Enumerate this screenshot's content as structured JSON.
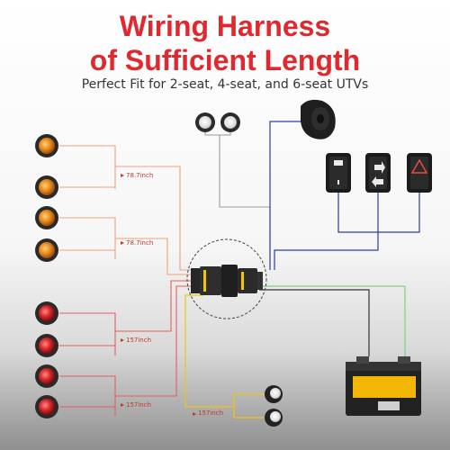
{
  "header": {
    "title_line1": "Wiring Harness",
    "title_line2": "of Sufficient Length",
    "subtitle": "Perfect Fit for 2-seat, 4-seat, and 6-seat UTVs"
  },
  "dimensions": {
    "amber_group": "78.7inch",
    "amber_group_2": "78.7inch",
    "red_group": "157inch",
    "red_group_2": "157inch",
    "courtesy_group": "157inch"
  },
  "switches": {
    "horn": "HORN",
    "turn": "TURN SIGNAL",
    "hazard": "HAZARD WARNING"
  },
  "colors": {
    "title_red": "#e0282e",
    "wire_orange": "#f0a07a",
    "wire_red": "#e4605a",
    "wire_blue": "#2c3e9e",
    "wire_yellow": "#f1c40f",
    "wire_green": "#7fd07f",
    "wire_gray": "#9a9a9a",
    "amber_lens": "#e8891c",
    "red_lens": "#d3262a"
  }
}
